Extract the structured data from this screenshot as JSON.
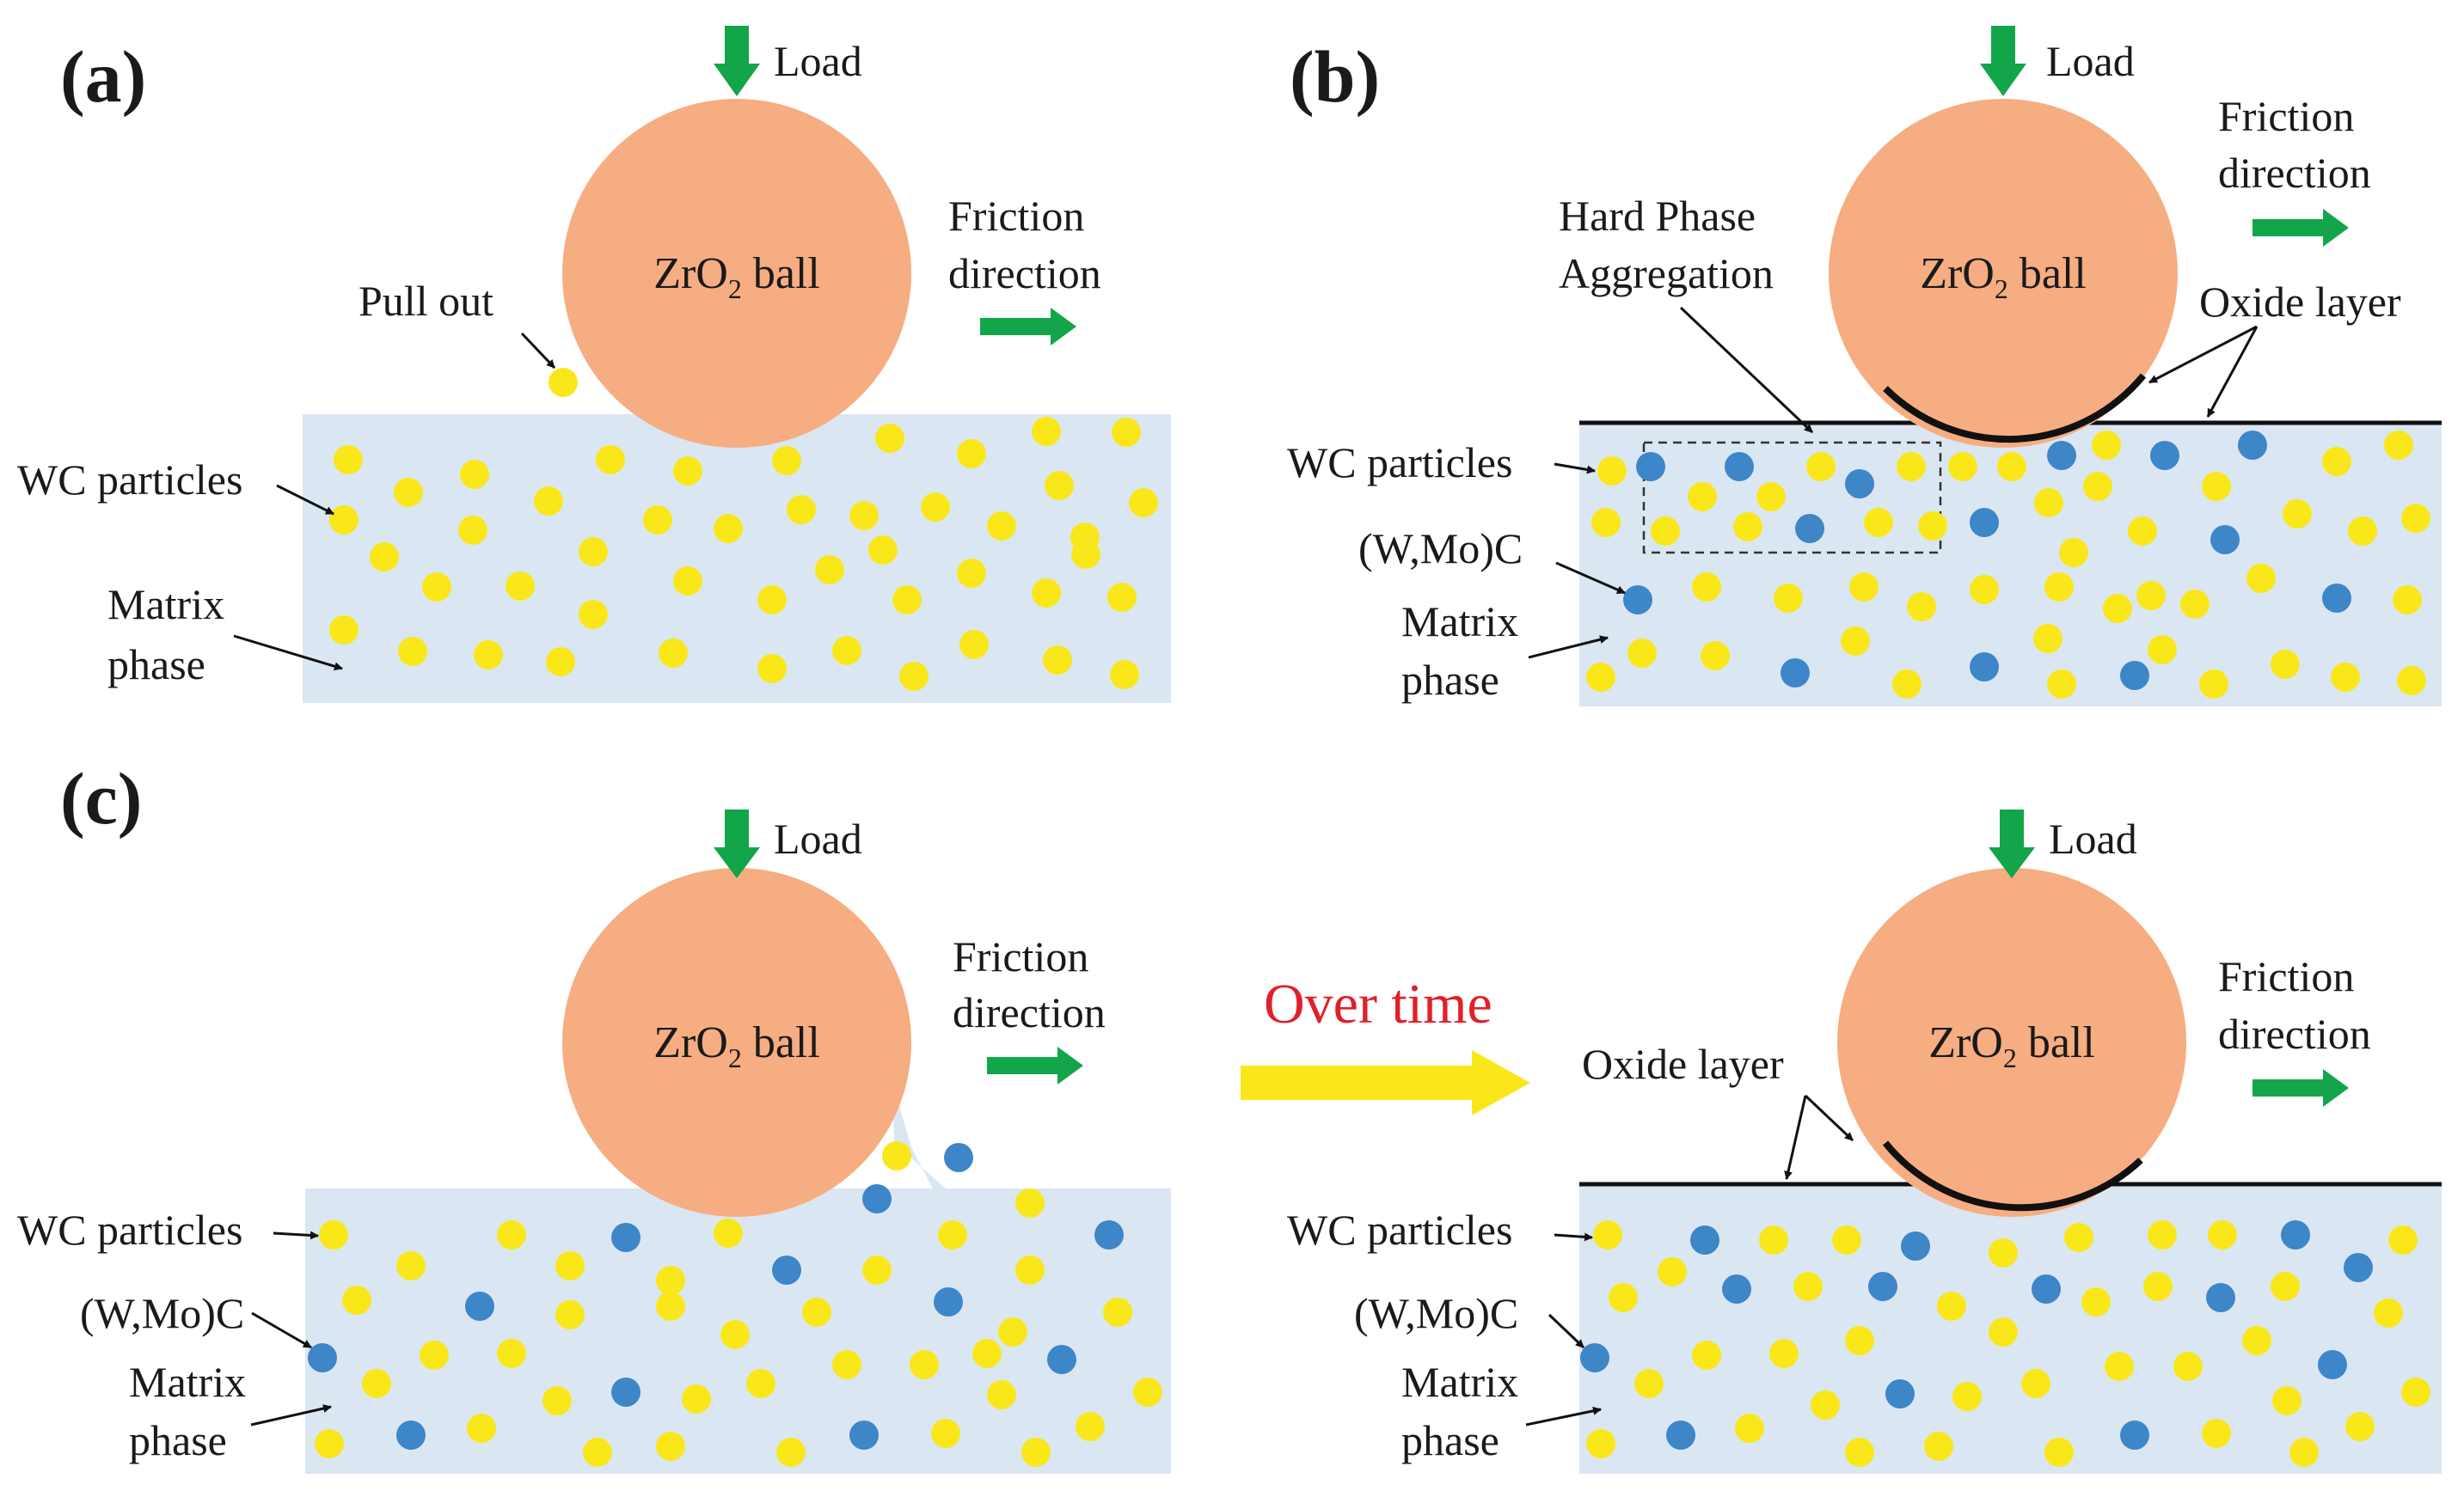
{
  "colors": {
    "matrix": "#dbe6f3",
    "ball": "#f6ad82",
    "wc_particle": "#fae71a",
    "wmo_particle": "#3d86c8",
    "arrow_green": "#13a54a",
    "arrow_yellow": "#fae71a",
    "over_time_text": "#e0202a",
    "oxide_line": "#111111"
  },
  "panels": {
    "a": {
      "label": "(a)",
      "load": "Load",
      "ball_prefix": "ZrO",
      "ball_sub": "2",
      "ball_suffix": " ball",
      "friction_line1": "Friction",
      "friction_line2": "direction",
      "pull_out": "Pull out",
      "wc_particles": "WC particles",
      "matrix_line1": "Matrix",
      "matrix_line2": "phase"
    },
    "b": {
      "label": "(b)",
      "load": "Load",
      "ball_prefix": "ZrO",
      "ball_sub": "2",
      "ball_suffix": " ball",
      "friction_line1": "Friction",
      "friction_line2": "direction",
      "hard_phase_line1": "Hard Phase",
      "hard_phase_line2": "Aggregation",
      "oxide_layer": "Oxide layer",
      "wc_particles": "WC particles",
      "wmo": "(W,Mo)C",
      "matrix_line1": "Matrix",
      "matrix_line2": "phase"
    },
    "c": {
      "label": "(c)",
      "over_time": "Over time",
      "left": {
        "load": "Load",
        "ball_prefix": "ZrO",
        "ball_sub": "2",
        "ball_suffix": " ball",
        "friction_line1": "Friction",
        "friction_line2": "direction",
        "wc_particles": "WC particles",
        "wmo": "(W,Mo)C",
        "matrix_line1": "Matrix",
        "matrix_line2": "phase"
      },
      "right": {
        "load": "Load",
        "ball_prefix": "ZrO",
        "ball_sub": "2",
        "ball_suffix": " ball",
        "friction_line1": "Friction",
        "friction_line2": "direction",
        "oxide_layer": "Oxide layer",
        "wc_particles": "WC particles",
        "wmo": "(W,Mo)C",
        "matrix_line1": "Matrix",
        "matrix_line2": "phase"
      }
    }
  }
}
